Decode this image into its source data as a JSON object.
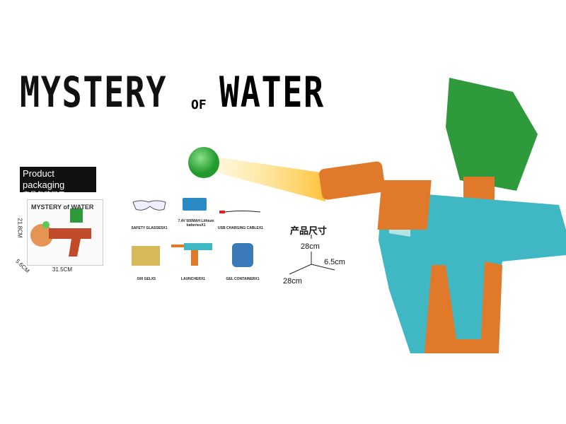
{
  "headline": {
    "part1": "MYSTERY",
    "part2": "OF",
    "part3": "WATER"
  },
  "packaging": {
    "label_en": "Product packaging",
    "label_cn": "产品包装展示",
    "box_title": "MYSTERY of WATER",
    "height": "21.8CM",
    "width": "31.5CM",
    "depth": "5.6CM"
  },
  "accessories": [
    {
      "label": "SAFETY GLASSESX1",
      "icon": "glasses-icon"
    },
    {
      "label": "7.4V 500MAH Lithium batteriesX1",
      "icon": "battery-icon"
    },
    {
      "label": "USB CHARGING CABLEX1",
      "icon": "usb-cable-icon"
    },
    {
      "label": "500 GELX5",
      "icon": "gel-pack-icon"
    },
    {
      "label": "LAUNCHERX1",
      "icon": "launcher-icon"
    },
    {
      "label": "GEL CONTAINERX1",
      "icon": "gel-container-icon"
    }
  ],
  "product_size": {
    "title": "产品尺寸",
    "height": "28cm",
    "width": "6.5cm",
    "length": "28cm"
  },
  "colors": {
    "orange": "#e07a2a",
    "teal": "#3fb8c4",
    "green": "#2e9a3c"
  }
}
